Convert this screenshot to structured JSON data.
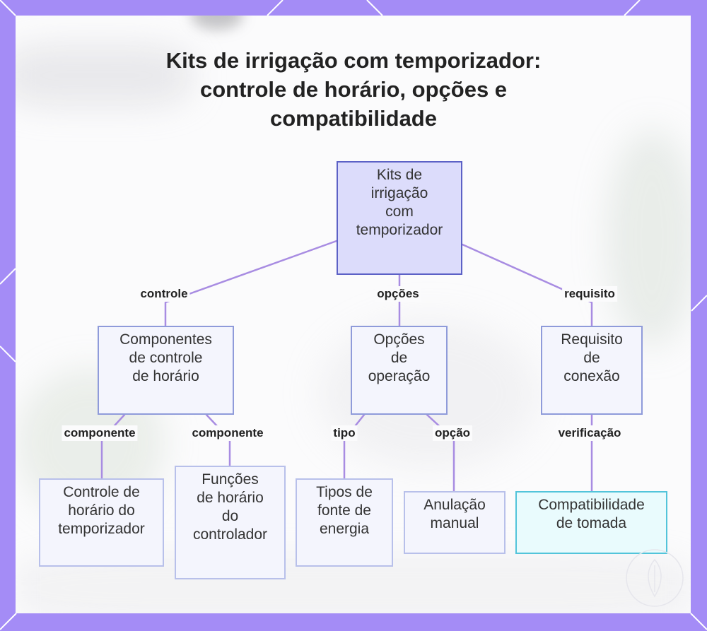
{
  "theme": {
    "frame": "#a48cf6",
    "panel": "#fbfbfc",
    "edge": "#a88ce2",
    "root_fill": "#dcdcfb",
    "root_border": "#5c61c6",
    "node_fill": "#f4f5fd",
    "node_border": "#8f9bda",
    "leaf_border": "#b8c0ea",
    "highlight_fill": "#e9fbfd",
    "highlight_border": "#52c4da",
    "text": "#333333",
    "title_text": "#222222"
  },
  "title": {
    "lines": [
      "Kits de irrigação com temporizador:",
      "controle de horário, opções e",
      "compatibilidade"
    ]
  },
  "diagram": {
    "root": {
      "lines": [
        "Kits de",
        "irrigação",
        "com",
        "temporizador"
      ],
      "children": [
        {
          "edge_label": "controle",
          "lines": [
            "Componentes",
            "de controle",
            "de horário"
          ],
          "children": [
            {
              "edge_label": "componente",
              "lines": [
                "Controle de",
                "horário do",
                "temporizador"
              ]
            },
            {
              "edge_label": "componente",
              "lines": [
                "Funções",
                "de horário",
                "do",
                "controlador"
              ]
            }
          ]
        },
        {
          "edge_label": "opções",
          "lines": [
            "Opções",
            "de",
            "operação"
          ],
          "children": [
            {
              "edge_label": "tipo",
              "lines": [
                "Tipos de",
                "fonte de",
                "energia"
              ]
            },
            {
              "edge_label": "opção",
              "lines": [
                "Anulação",
                "manual"
              ]
            }
          ]
        },
        {
          "edge_label": "requisito",
          "lines": [
            "Requisito",
            "de",
            "conexão"
          ],
          "children": [
            {
              "edge_label": "verificação",
              "lines": [
                "Compatibilidade",
                "de tomada"
              ]
            }
          ]
        }
      ]
    }
  }
}
